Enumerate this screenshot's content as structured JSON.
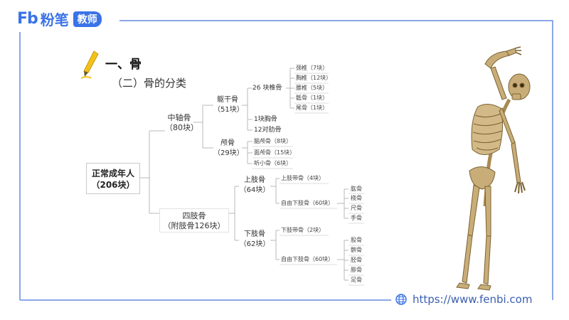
{
  "header": {
    "logo_mark": "Fb",
    "logo_text": "粉笔",
    "logo_badge": "教师"
  },
  "slide": {
    "title": "一、骨",
    "subtitle": "（二）骨的分类"
  },
  "tree": {
    "root": "正常成年人",
    "root_count": "（206块）",
    "axial": "中轴骨",
    "axial_count": "（80块）",
    "trunk": "躯干骨",
    "trunk_count": "（51块）",
    "vertebrae": "26 块椎骨",
    "vertebra_items": [
      "颈椎（7块）",
      "胸椎（12块）",
      "腰椎（5块）",
      "骶骨（1块）",
      "尾骨（1块）"
    ],
    "sternum": "1块胸骨",
    "ribs": "12对肋骨",
    "skull": "颅骨",
    "skull_count": "（29块）",
    "skull_items": [
      "脑颅骨（8块）",
      "面颅骨（15块）",
      "听小骨（6块）"
    ],
    "limbs": "四肢骨",
    "limbs_count": "（附肢骨126块）",
    "upper": "上肢骨",
    "upper_count": "（64块）",
    "upper_girdle": "上肢带骨（4块）",
    "upper_free": "自由下肢骨（60块）",
    "upper_free_items": [
      "肱骨",
      "桡骨",
      "尺骨",
      "手骨"
    ],
    "lower": "下肢骨",
    "lower_count": "（62块）",
    "lower_girdle": "下肢带骨（2块）",
    "lower_free": "自由下肢骨（60块）",
    "lower_free_items": [
      "股骨",
      "髌骨",
      "胫骨",
      "腓骨",
      "足骨"
    ]
  },
  "footer": {
    "url": "https://www.fenbi.com",
    "globe_icon": "globe-icon"
  },
  "colors": {
    "brand_blue": "#3a73e8",
    "frame_blue": "#8aa7e6",
    "pen_yellow": "#f2c21b",
    "bone": "#c9ad78"
  }
}
